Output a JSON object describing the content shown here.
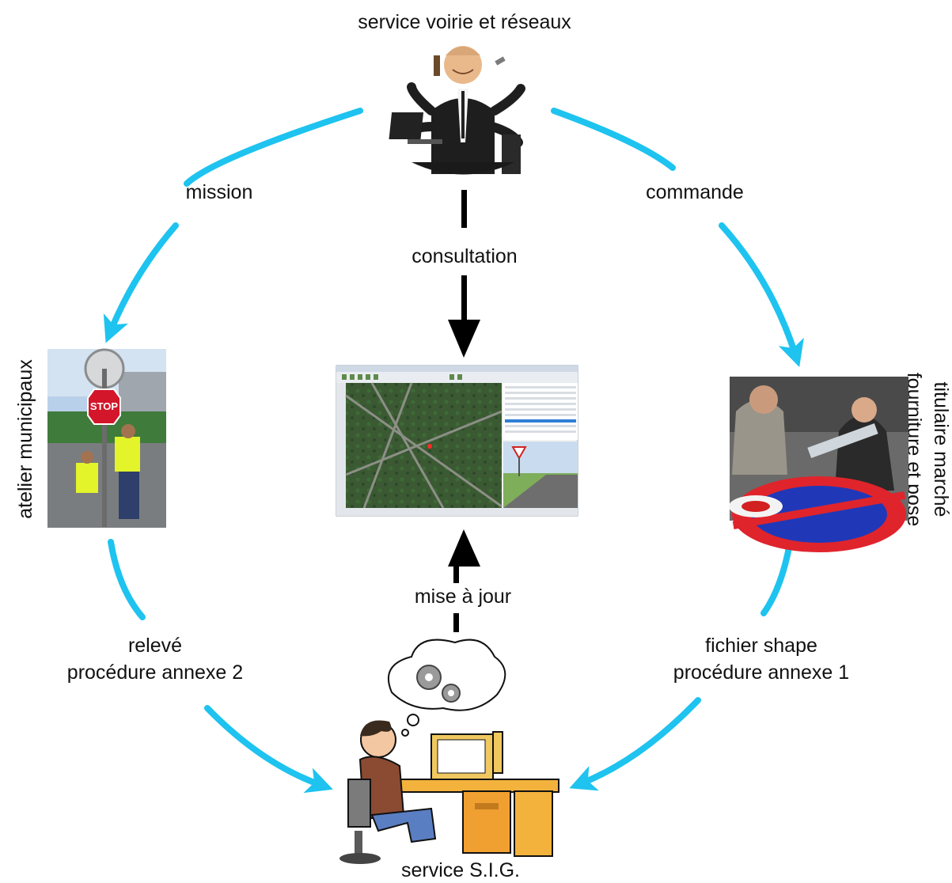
{
  "labels": {
    "top": "service voirie et réseaux",
    "bottom": "service S.I.G.",
    "left_vertical": "atelier municipaux",
    "right_vertical_line1": "titulaire marché",
    "right_vertical_line2": "fourniture et pose",
    "mission": "mission",
    "commande": "commande",
    "consultation": "consultation",
    "mise_a_jour": "mise à jour",
    "releve_line1": "relevé",
    "releve_line2": "procédure annexe 2",
    "fichier_line1": "fichier shape",
    "fichier_line2": "procédure annexe 1"
  },
  "images": {
    "top": "businessman-multitasking-illustration",
    "left": "workers-installing-stop-sign-photo",
    "right": "workers-assembling-road-sign-photo",
    "center": "gis-software-map-screenshot",
    "bottom": "person-at-computer-thinking-illustration"
  },
  "colors": {
    "cycle_arrow": "#1ec3ef",
    "center_arrow": "#000000",
    "text": "#111111",
    "stop_sign": "#d3162a",
    "road_sign_red": "#e0242c",
    "road_sign_blue": "#2038b8"
  }
}
